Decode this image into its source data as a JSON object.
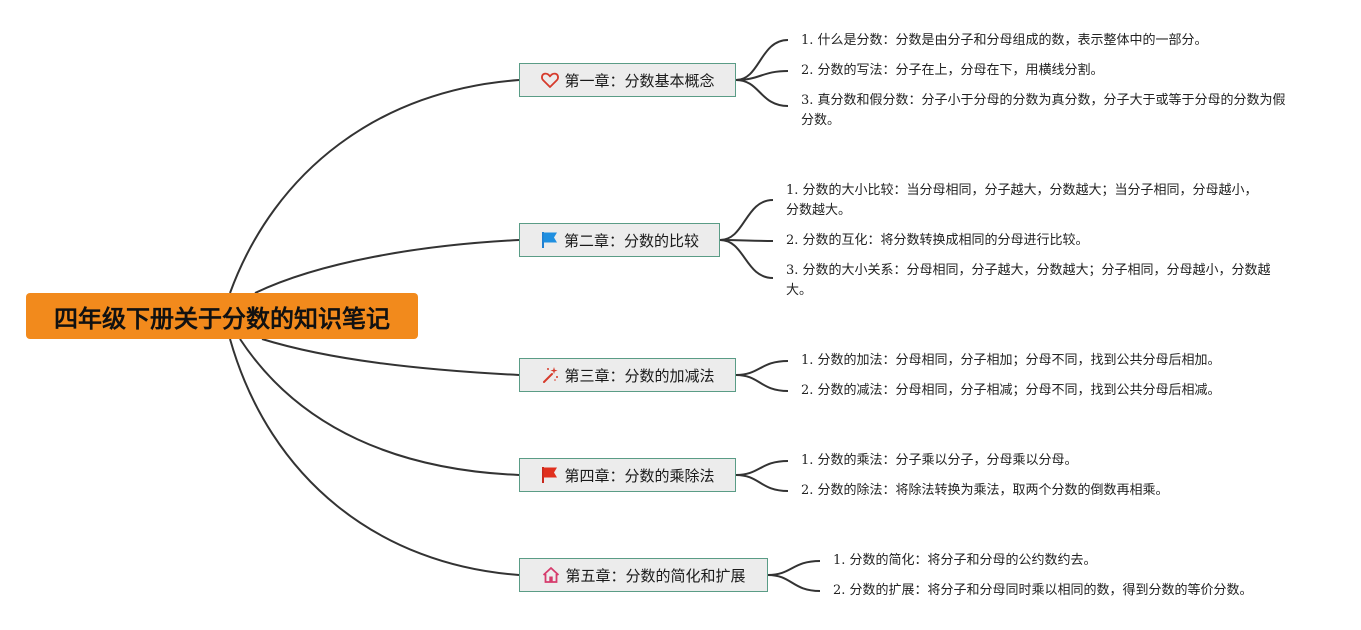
{
  "root": {
    "title": "四年级下册关于分数的知识笔记"
  },
  "chapters": [
    {
      "title": "第一章：分数基本概念",
      "icon": "heart-icon",
      "items": [
        "1. 什么是分数：分数是由分子和分母组成的数，表示整体中的一部分。",
        "2. 分数的写法：分子在上，分母在下，用横线分割。",
        "3. 真分数和假分数：分子小于分母的分数为真分数，分子大于或等于分母的分数为假分数。"
      ]
    },
    {
      "title": "第二章：分数的比较",
      "icon": "blue-flag-icon",
      "items": [
        "1. 分数的大小比较：当分母相同，分子越大，分数越大；当分子相同，分母越小，分数越大。",
        "2. 分数的互化：将分数转换成相同的分母进行比较。",
        "3. 分数的大小关系：分母相同，分子越大，分数越大；分子相同，分母越小，分数越大。"
      ]
    },
    {
      "title": "第三章：分数的加减法",
      "icon": "magic-wand-icon",
      "items": [
        "1. 分数的加法：分母相同，分子相加；分母不同，找到公共分母后相加。",
        "2. 分数的减法：分母相同，分子相减；分母不同，找到公共分母后相减。"
      ]
    },
    {
      "title": "第四章：分数的乘除法",
      "icon": "red-flag-icon",
      "items": [
        "1. 分数的乘法：分子乘以分子，分母乘以分母。",
        "2. 分数的除法：将除法转换为乘法，取两个分数的倒数再相乘。"
      ]
    },
    {
      "title": "第五章：分数的简化和扩展",
      "icon": "home-icon",
      "items": [
        "1. 分数的简化：将分子和分母的公约数约去。",
        "2. 分数的扩展：将分子和分母同时乘以相同的数，得到分数的等价分数。"
      ]
    }
  ],
  "colors": {
    "root_fill": "#f28a1c",
    "chapter_fill": "#ececec",
    "chapter_border": "#5a9c86",
    "line": "#333333"
  }
}
